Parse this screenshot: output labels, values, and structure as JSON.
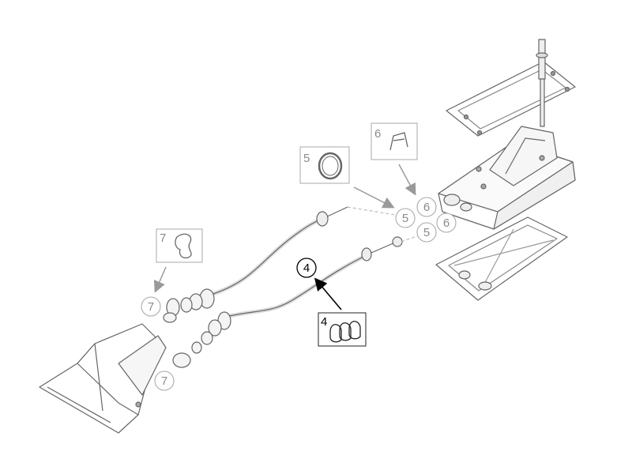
{
  "diagram": {
    "callouts": [
      {
        "id": "label-4-main",
        "text": "4",
        "color": "#000000"
      },
      {
        "id": "label-4-inset",
        "text": "4",
        "color": "#000000"
      },
      {
        "id": "label-5-inset",
        "text": "5",
        "color": "#8a8a8a"
      },
      {
        "id": "label-5-upper",
        "text": "5",
        "color": "#8a8a8a"
      },
      {
        "id": "label-5-lower",
        "text": "5",
        "color": "#8a8a8a"
      },
      {
        "id": "label-6-inset",
        "text": "6",
        "color": "#8a8a8a"
      },
      {
        "id": "label-6-upper",
        "text": "6",
        "color": "#8a8a8a"
      },
      {
        "id": "label-6-lower",
        "text": "6",
        "color": "#8a8a8a"
      },
      {
        "id": "label-7-inset",
        "text": "7",
        "color": "#8a8a8a"
      },
      {
        "id": "label-7-upper",
        "text": "7",
        "color": "#8a8a8a"
      },
      {
        "id": "label-7-lower",
        "text": "7",
        "color": "#8a8a8a"
      }
    ],
    "colors": {
      "line": "#555555",
      "faded": "#9a9a9a",
      "highlight": "#000000",
      "box": "#a8a8a8"
    }
  }
}
